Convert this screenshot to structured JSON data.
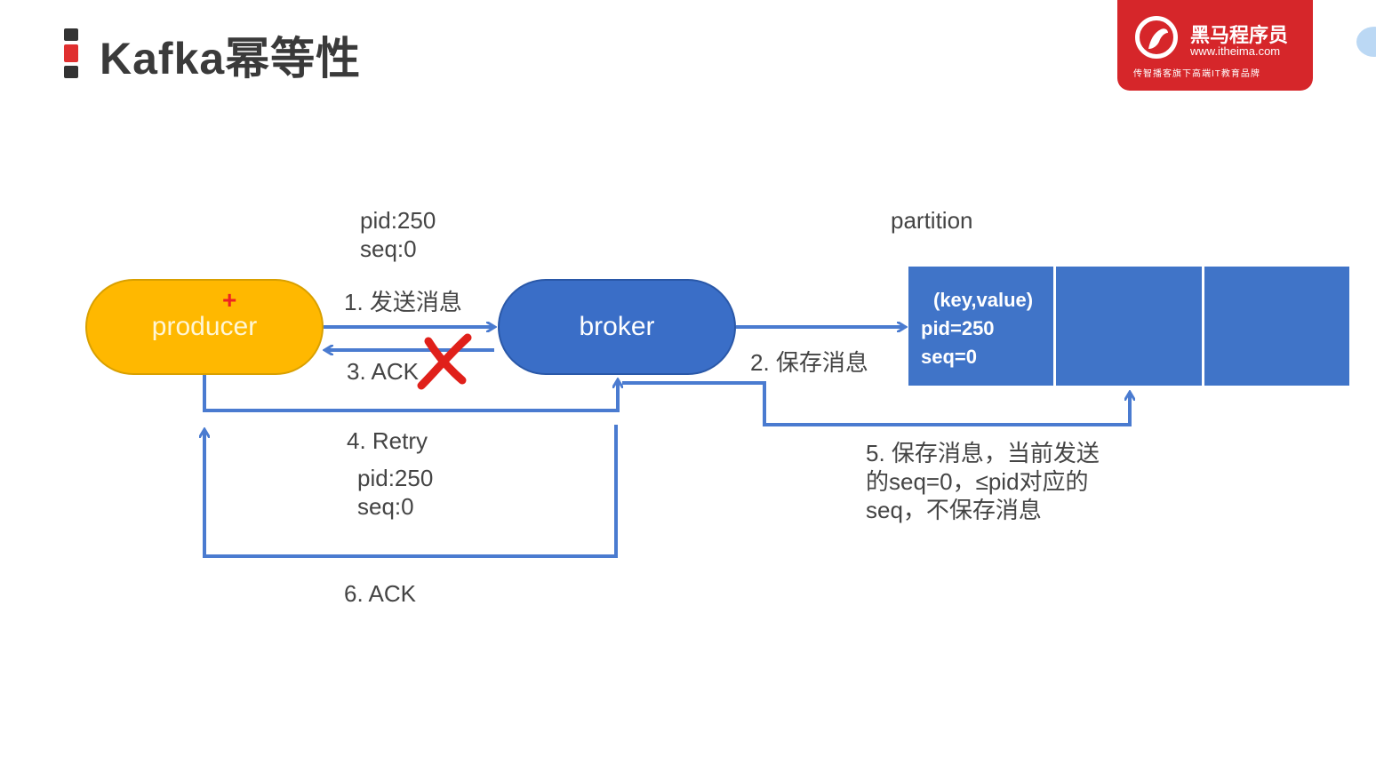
{
  "header": {
    "title": "Kafka幂等性"
  },
  "logo": {
    "brand": "黑马程序员",
    "url": "www.itheima.com",
    "tagline": "传智播客旗下高端IT教育品牌"
  },
  "diagram": {
    "producer_label": "producer",
    "broker_label": "broker",
    "plus_mark": "+",
    "top_meta": [
      "pid:250",
      "seq:0"
    ],
    "step1": "1. 发送消息",
    "step2": "2. 保存消息",
    "step3": "3. ACK",
    "step4": "4. Retry",
    "retry_meta": [
      "pid:250",
      "seq:0"
    ],
    "step5_lines": [
      "5. 保存消息，当前发送",
      "的seq=0，≤pid对应的",
      "seq，不保存消息"
    ],
    "step6": "6. ACK",
    "partition_label": "partition",
    "partition_cells": [
      {
        "lines": [
          "(key,value)",
          "pid=250",
          "seq=0"
        ]
      },
      {
        "lines": []
      },
      {
        "lines": []
      }
    ],
    "colors": {
      "producer": "#ffb800",
      "broker": "#3a6ec7",
      "partition": "#4074c8",
      "arrow": "#4a7bd0",
      "cross": "#e0201a",
      "title_accent_red": "#e03030",
      "logo": "#d6262a"
    }
  }
}
